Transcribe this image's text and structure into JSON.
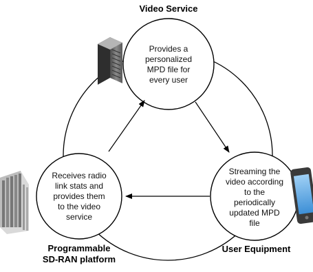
{
  "nodes": {
    "video_service": {
      "title": "Video Service",
      "text": "Provides a\npersonalized\nMPD file for\nevery user",
      "icon": "server-icon"
    },
    "sdran": {
      "title": "Programmable\nSD-RAN platform",
      "text": "Receives radio\nlink stats and\nprovides them\nto the video\nservice",
      "icon": "cell-tower-icon"
    },
    "user_equipment": {
      "title": "User Equipment",
      "text": "Streaming the\nvideo according\nto the\nperiodically\nupdated MPD\nfile",
      "icon": "smartphone-icon"
    }
  },
  "colors": {
    "stroke": "#000000",
    "fill": "#ffffff"
  }
}
